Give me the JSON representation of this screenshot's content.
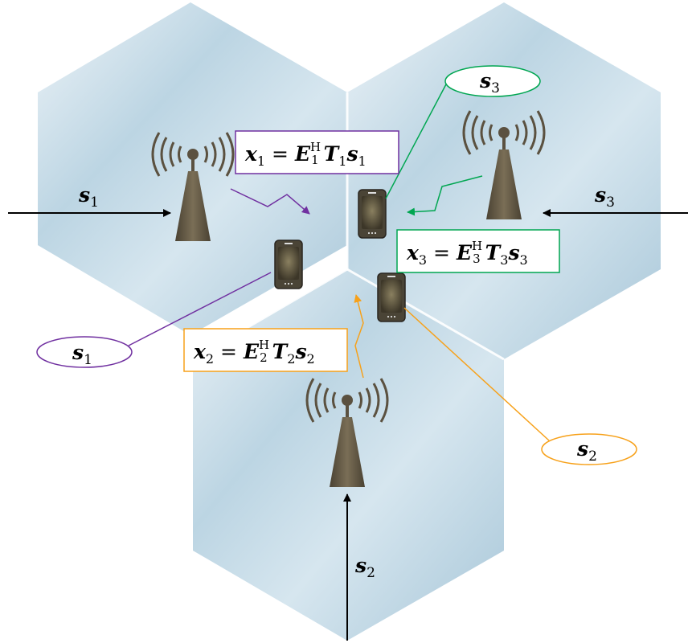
{
  "cells": [
    {
      "id": "cell-1",
      "signal": {
        "symbol": "s",
        "index": "1"
      },
      "user_label": {
        "symbol": "s",
        "index": "1"
      },
      "equation": {
        "lhs": "x",
        "lhs_index": "1",
        "E_index": "1",
        "sup": "H",
        "T_index": "1",
        "s_index": "1"
      }
    },
    {
      "id": "cell-2",
      "signal": {
        "symbol": "s",
        "index": "2"
      },
      "user_label": {
        "symbol": "s",
        "index": "2"
      },
      "equation": {
        "lhs": "x",
        "lhs_index": "2",
        "E_index": "2",
        "sup": "H",
        "T_index": "2",
        "s_index": "2"
      }
    },
    {
      "id": "cell-3",
      "signal": {
        "symbol": "s",
        "index": "3"
      },
      "user_label": {
        "symbol": "s",
        "index": "3"
      },
      "equation": {
        "lhs": "x",
        "lhs_index": "3",
        "E_index": "3",
        "sup": "H",
        "T_index": "3",
        "s_index": "3"
      }
    }
  ],
  "colors": {
    "cell1": "#7030a0",
    "cell2": "#f7a11a",
    "cell3": "#00a651",
    "tower": "#5b5140",
    "hex_light": "#e9f1f6",
    "hex_dark": "#a9c7d8",
    "arrow": "#000000"
  },
  "icons": [
    "base-station-icon",
    "mobile-phone-icon"
  ]
}
